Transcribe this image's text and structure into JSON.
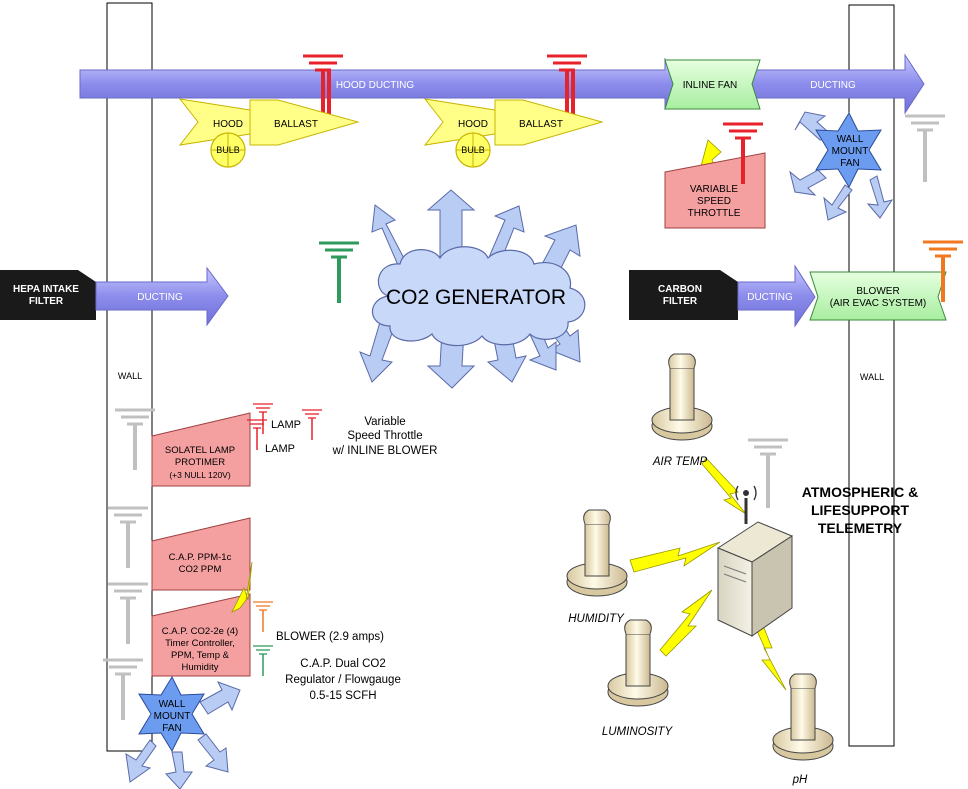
{
  "colors": {
    "duct_fill": "#9b9bf0",
    "hood_fill": "#ffff88",
    "hood_stroke": "#d4c400",
    "red": "#e8222a",
    "green": "#2e9a5c",
    "orange": "#f07820",
    "gray": "#c0c0c0",
    "pink_box": "#f5a0a0",
    "green_box": "#c8f5c0",
    "cloud_fill": "#c8d8f8",
    "star_fill": "#6b9cf0",
    "black_box": "#1a1a1a",
    "bolt": "#ffff00"
  },
  "ducts": {
    "hood": "HOOD DUCTING",
    "top_right": "DUCTING",
    "left": "DUCTING",
    "right": "DUCTING"
  },
  "hoods": [
    {
      "hood": "HOOD",
      "ballast": "BALLAST",
      "bulb": "BULB"
    },
    {
      "hood": "HOOD",
      "ballast": "BALLAST",
      "bulb": "BULB"
    }
  ],
  "inline_fan": "INLINE FAN",
  "variable_throttle": [
    "VARIABLE",
    "SPEED",
    "THROTTLE"
  ],
  "wall_mount_fan_top": [
    "WALL",
    "MOUNT",
    "FAN"
  ],
  "wall_mount_fan_bottom": [
    "WALL",
    "MOUNT",
    "FAN"
  ],
  "hepa_filter": [
    "HEPA INTAKE",
    "FILTER"
  ],
  "carbon_filter": [
    "CARBON",
    "FILTER"
  ],
  "co2_generator": "CO2 GENERATOR",
  "blower": [
    "BLOWER",
    "(AIR EVAC SYSTEM)"
  ],
  "walls": {
    "left": "WALL",
    "right": "WALL"
  },
  "solatel": [
    "SOLATEL LAMP",
    "PROTIMER",
    "(+3 NULL 120V)"
  ],
  "lamp_labels": [
    "LAMP",
    "LAMP"
  ],
  "throttle_note": [
    "Variable",
    "Speed Throttle",
    "w/ INLINE BLOWER"
  ],
  "cap_ppm": [
    "C.A.P. PPM-1c",
    "CO2 PPM"
  ],
  "cap_co2": [
    "C.A.P. CO2-2e (4)",
    "Timer Controller,",
    "PPM, Temp &",
    "Humidity"
  ],
  "blower_amps": "BLOWER (2.9 amps)",
  "regulator": [
    "C.A.P. Dual CO2",
    "Regulator / Flowgauge",
    "0.5-15 SCFH"
  ],
  "telemetry": [
    "ATMOSPHERIC &",
    "LIFESUPPORT",
    "TELEMETRY"
  ],
  "sensors": {
    "air_temp": "AIR TEMP",
    "humidity": "HUMIDITY",
    "luminosity": "LUMINOSITY",
    "ph": "pH"
  }
}
